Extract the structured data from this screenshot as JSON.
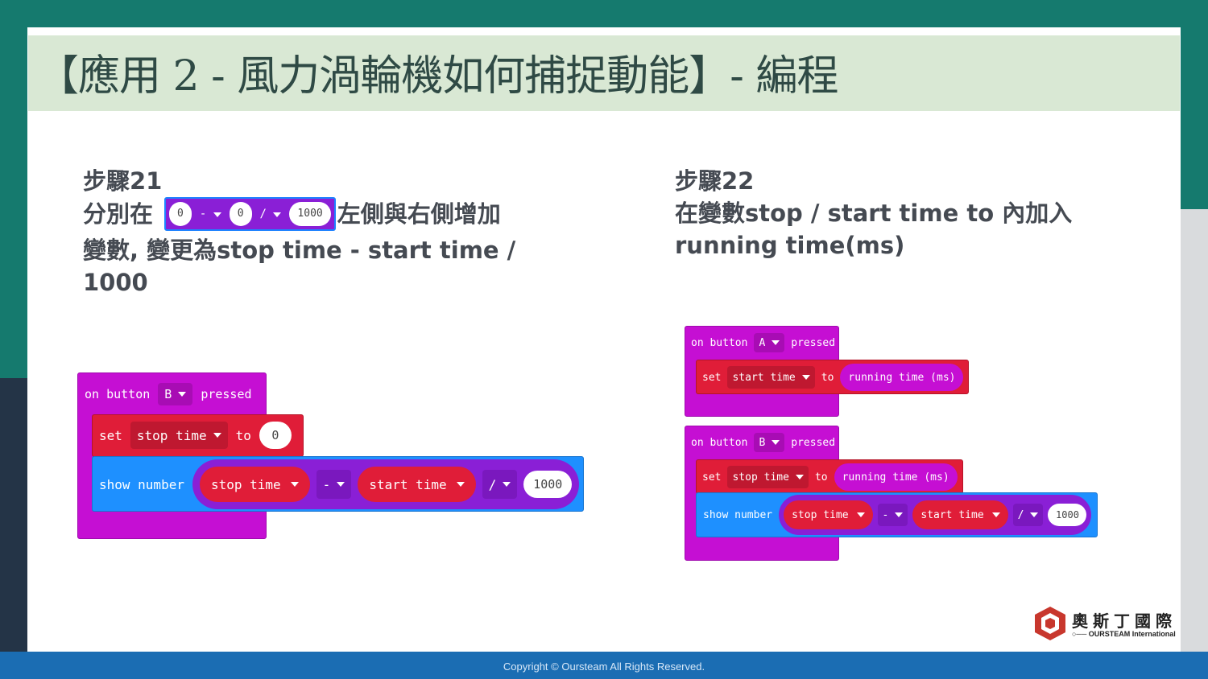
{
  "title": "【應用 2 - 風力渦輪機如何捕捉動能】- 編程",
  "footer": "Copyright © Oursteam All Rights Reserved.",
  "step21": {
    "heading": "步驟21",
    "line1_pre": "分別在",
    "line1_post": "左側與右側增加",
    "line2": "變數, 變更為stop time - start time /",
    "line3": "1000",
    "inline_expr": {
      "left": "0",
      "op1": "-",
      "mid": "0",
      "op2": "/",
      "right": "1000"
    }
  },
  "step22": {
    "heading": "步驟22",
    "line1": "在變數stop / start time to 內加入",
    "line2": "running time(ms)"
  },
  "left_program": {
    "event_on": "on button",
    "event_button": "B",
    "event_pressed": "pressed",
    "set_label": "set",
    "set_var": "stop time",
    "set_to": "to",
    "set_value": "0",
    "show_label": "show number",
    "expr_left": "stop time",
    "expr_op1": "-",
    "expr_mid": "start time",
    "expr_op2": "/",
    "expr_right": "1000"
  },
  "right_program_a": {
    "event_on": "on button",
    "event_button": "A",
    "event_pressed": "pressed",
    "set_label": "set",
    "set_var": "start time",
    "set_to": "to",
    "set_value": "running time (ms)"
  },
  "right_program_b": {
    "event_on": "on button",
    "event_button": "B",
    "event_pressed": "pressed",
    "set_label": "set",
    "set_var": "stop time",
    "set_to": "to",
    "set_value": "running time (ms)",
    "show_label": "show number",
    "expr_left": "stop time",
    "expr_op1": "-",
    "expr_mid": "start time",
    "expr_op2": "/",
    "expr_right": "1000"
  },
  "logo": {
    "cn": "奧斯丁國際",
    "en": "○── OURSTEAM International"
  },
  "colors": {
    "event": "#c50fd3",
    "variable": "#e01d38",
    "basic": "#1e90ff",
    "math": "#8a1fd6",
    "title_bg": "#d9e8d4",
    "footer_bg": "#1b6db3"
  },
  "icons": [
    "dropdown-caret-icon",
    "oursteam-logo-icon"
  ]
}
